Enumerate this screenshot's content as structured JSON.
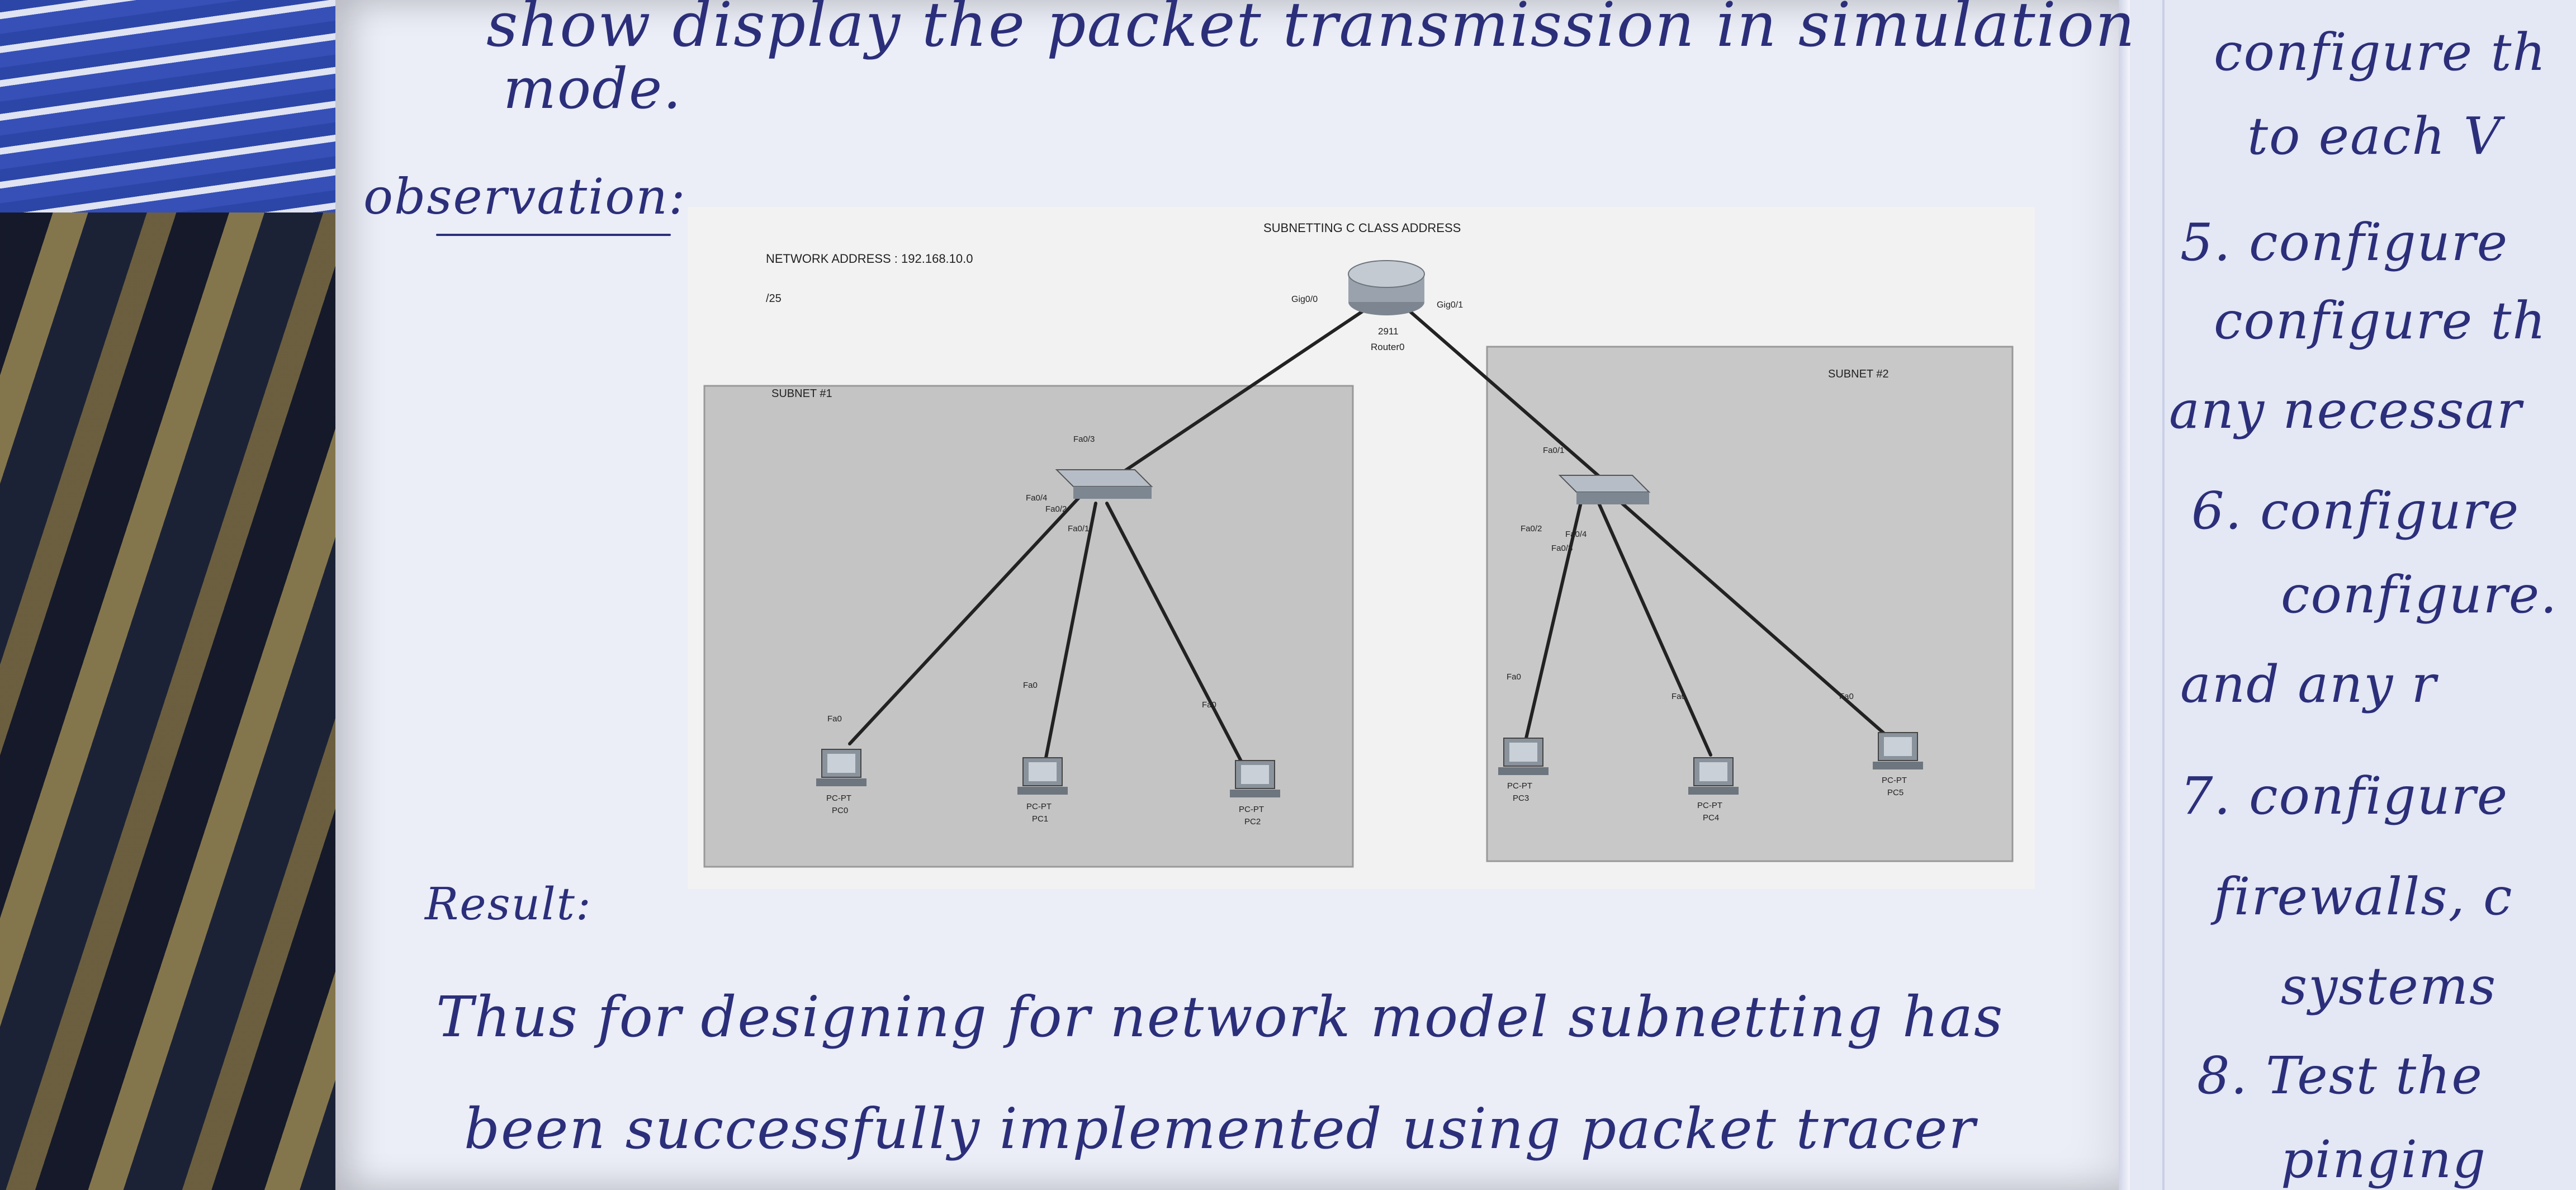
{
  "notebook": {
    "left_page": {
      "line1": "show display the packet transmission in simulation",
      "line2": "mode.",
      "heading_observation": "observation:",
      "heading_result": "Result:",
      "result_line1": "Thus for designing for network model subnetting has",
      "result_line2": "been successfully implemented using packet tracer"
    },
    "right_page": {
      "lines": [
        "configure th",
        "to each V",
        "5. configure",
        "configure th",
        "any necessar",
        "6. configure",
        "configure.",
        "and any r",
        "7. configure",
        "firewalls, c",
        "systems",
        "8. Test the",
        "pinging"
      ]
    }
  },
  "diagram": {
    "title": "SUBNETTING C CLASS ADDRESS",
    "network_address": "NETWORK ADDRESS : 192.168.10.0",
    "prefix": "/25",
    "router": {
      "label1": "2911",
      "label2": "Router0",
      "port_left": "Gig0/0",
      "port_right": "Gig0/1"
    },
    "subnet1": {
      "label": "SUBNET #1",
      "switch_ports": [
        "Fa0/3",
        "Fa0/1",
        "Fa0/2",
        "Fa0/4"
      ],
      "pcs": [
        {
          "port": "Fa0",
          "name1": "PC-PT",
          "name2": "PC0"
        },
        {
          "port": "Fa0",
          "name1": "PC-PT",
          "name2": "PC1"
        },
        {
          "port": "Fa0",
          "name1": "PC-PT",
          "name2": "PC2"
        }
      ]
    },
    "subnet2": {
      "label": "SUBNET #2",
      "switch_ports": [
        "Fa0/1",
        "Fa0/2",
        "Fa0/4",
        "Fa0/3"
      ],
      "pcs": [
        {
          "port": "Fa0",
          "name1": "PC-PT",
          "name2": "PC3"
        },
        {
          "port": "Fa0",
          "name1": "PC-PT",
          "name2": "PC4"
        },
        {
          "port": "Fa0",
          "name1": "PC-PT",
          "name2": "PC5"
        }
      ]
    },
    "colors": {
      "subnet_fill": "#c4c4c4",
      "link": "#222222",
      "router": "#9aa3ad",
      "switch": "#8a94a0"
    }
  }
}
